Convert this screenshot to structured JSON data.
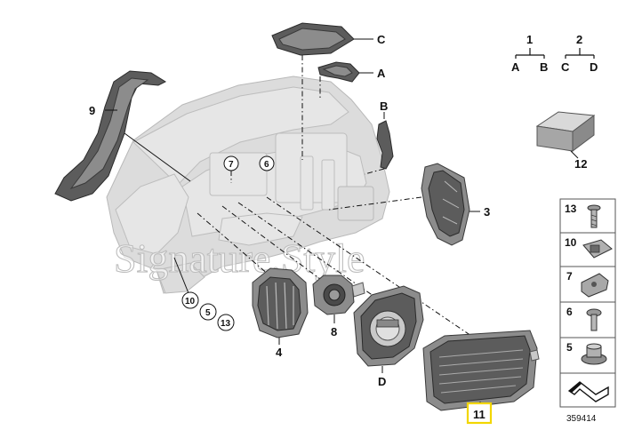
{
  "watermark": "Signature.Style",
  "drawing_number": "359414",
  "callouts": {
    "c1": "1",
    "c2": "2",
    "c3": "3",
    "c4": "4",
    "c5": "5",
    "c6": "6",
    "c7": "7",
    "c8": "8",
    "c9": "9",
    "c10": "10",
    "c11": "11",
    "c12": "12",
    "c13": "13",
    "cA": "A",
    "cB": "B",
    "cC": "C",
    "cD": "D"
  },
  "tree": {
    "left_parent": "1",
    "left_children": [
      "A",
      "B"
    ],
    "right_parent": "2",
    "right_children": [
      "C",
      "D"
    ]
  },
  "legend": [
    "13",
    "10",
    "7",
    "6",
    "5"
  ],
  "highlight_color": "#f2d600"
}
